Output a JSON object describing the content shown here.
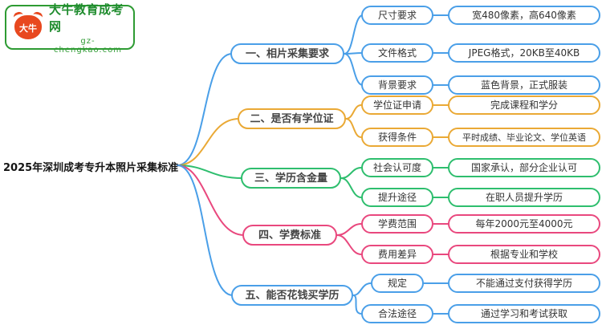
{
  "logo": {
    "icon_text": "大牛",
    "site_name": "大牛教育成考网",
    "site_url": "gz-chengkao.com",
    "brand_green": "#2E9B33",
    "brand_red": "#E8481F"
  },
  "title": "2025年深圳成考专升本照片采集标准",
  "branches": [
    {
      "label": "一、相片采集要求",
      "color": "#4A9FE8",
      "children": [
        {
          "label": "尺寸要求",
          "value": "宽480像素，高640像素"
        },
        {
          "label": "文件格式",
          "value": "JPEG格式，20KB至40KB"
        },
        {
          "label": "背景要求",
          "value": "蓝色背景，正式服装"
        }
      ]
    },
    {
      "label": "二、是否有学位证",
      "color": "#EAA935",
      "children": [
        {
          "label": "学位证申请",
          "value": "完成课程和学分"
        },
        {
          "label": "获得条件",
          "value": "平时成绩、毕业论文、学位英语"
        }
      ]
    },
    {
      "label": "三、学历含金量",
      "color": "#2EBE6E",
      "children": [
        {
          "label": "社会认可度",
          "value": "国家承认，部分企业认可"
        },
        {
          "label": "提升途径",
          "value": "在职人员提升学历"
        }
      ]
    },
    {
      "label": "四、学费标准",
      "color": "#E9487E",
      "children": [
        {
          "label": "学费范围",
          "value": "每年2000元至4000元"
        },
        {
          "label": "费用差异",
          "value": "根据专业和学校"
        }
      ]
    },
    {
      "label": "五、能否花钱买学历",
      "color": "#4A9FE8",
      "children": [
        {
          "label": "规定",
          "value": "不能通过支付获得学历"
        },
        {
          "label": "合法途径",
          "value": "通过学习和考试获取"
        }
      ]
    }
  ]
}
